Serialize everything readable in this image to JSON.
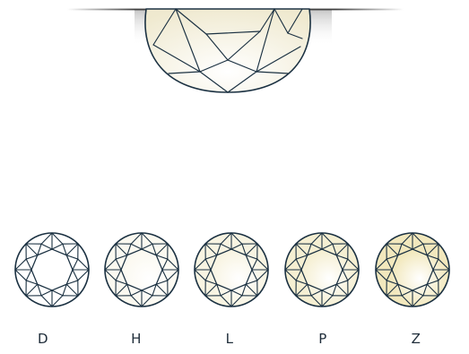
{
  "colors": {
    "outline": "#1b3142",
    "ground_line": "#8a8a8a",
    "label_text": "#1f2d3a"
  },
  "side_view": {
    "fill_color": "#f4efd8",
    "icon": "diamond-side-profile"
  },
  "grades": [
    {
      "label": "D",
      "tint": "#ffffff",
      "icon": "diamond-top-icon"
    },
    {
      "label": "H",
      "tint": "#fbf9f0",
      "icon": "diamond-top-icon"
    },
    {
      "label": "L",
      "tint": "#f8f4e2",
      "icon": "diamond-top-icon"
    },
    {
      "label": "P",
      "tint": "#f5efd2",
      "icon": "diamond-top-icon"
    },
    {
      "label": "Z",
      "tint": "#f2e8bd",
      "icon": "diamond-top-icon"
    }
  ]
}
